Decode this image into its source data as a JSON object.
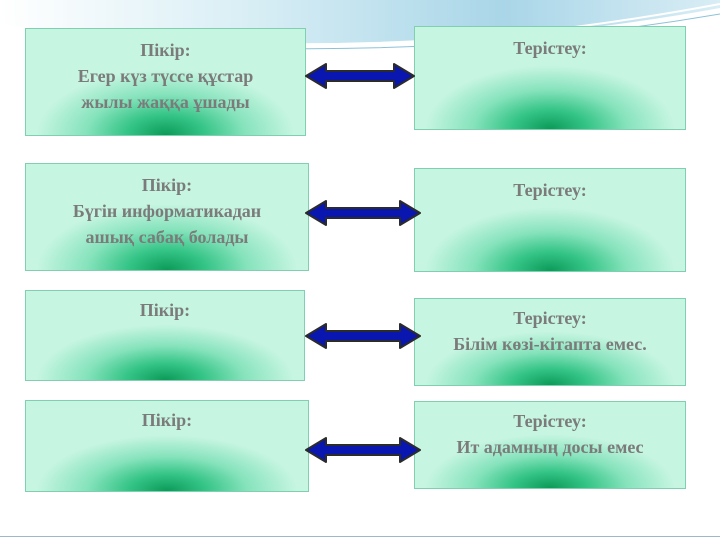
{
  "rows": [
    {
      "left": {
        "label": "Пікір:",
        "text_lines": [
          "Егер күз түссе құстар",
          "жылы жаққа ұшады"
        ]
      },
      "right": {
        "label": "Терістеу:",
        "text_lines": []
      }
    },
    {
      "left": {
        "label": "Пікір:",
        "text_lines": [
          "Бүгін  информатикадан",
          "ашық сабақ болады"
        ]
      },
      "right": {
        "label": "Терістеу:",
        "text_lines": []
      }
    },
    {
      "left": {
        "label": "Пікір:",
        "text_lines": []
      },
      "right": {
        "label": "Терістеу:",
        "text_lines": [
          "Білім көзі-кітапта емес."
        ]
      }
    },
    {
      "left": {
        "label": "Пікір:",
        "text_lines": []
      },
      "right": {
        "label": "Терістеу:",
        "text_lines": [
          "Ит адамның досы емес"
        ]
      }
    }
  ],
  "colors": {
    "box_text": "#7b7b7b",
    "box_center": "#0c9a58",
    "box_edge": "#c6f5e1",
    "arrow_fill": "#0a16b0",
    "arrow_stroke": "#2b2b2b"
  },
  "icons": {
    "connector": "double-arrow-icon"
  }
}
